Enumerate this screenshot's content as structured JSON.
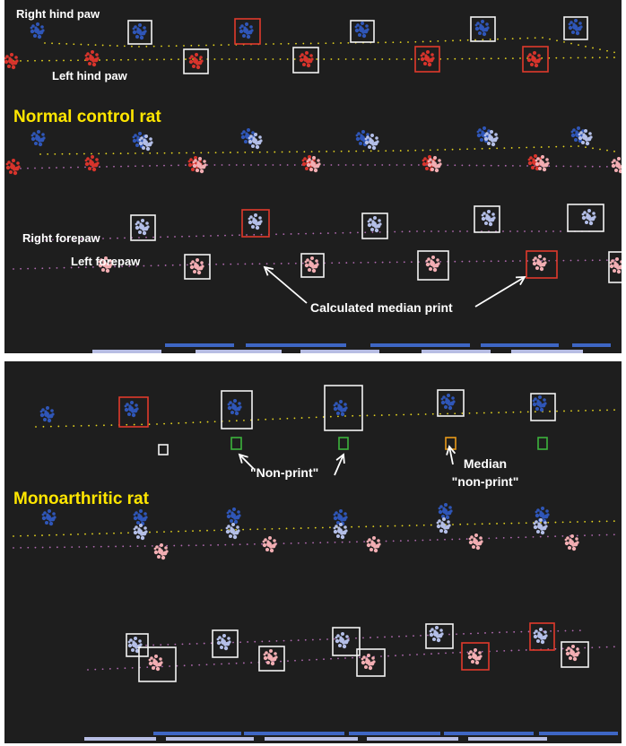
{
  "figure": {
    "colors": {
      "background": "#1e1e1e",
      "title": "#ffe600",
      "label": "#ffffff",
      "right_hind": "#2f56b8",
      "left_hind": "#d8342c",
      "right_fore": "#b4bfe8",
      "left_fore": "#f3aeb3",
      "box_white": "#f2f2f2",
      "box_red": "#e03a2c",
      "box_green": "#3cb33c",
      "box_orange": "#e89a1a",
      "bar_dark": "#3e66c4",
      "bar_light": "#b7bde3",
      "trail_yellow": "#e6d51e",
      "trail_pink": "#b06ab0"
    },
    "top_panel": {
      "title": "Normal control rat",
      "label_right_hind": "Right hind paw",
      "label_left_hind": "Left hind paw",
      "label_right_fore": "Right forepaw",
      "label_left_fore": "Left forepaw",
      "annotation": "Calculated median print"
    },
    "bottom_panel": {
      "title": "Monoarthritic rat",
      "annotation_nonprint": "\"Non-print\"",
      "annotation_median_line1": "Median",
      "annotation_median_line2": "\"non-print\""
    }
  }
}
